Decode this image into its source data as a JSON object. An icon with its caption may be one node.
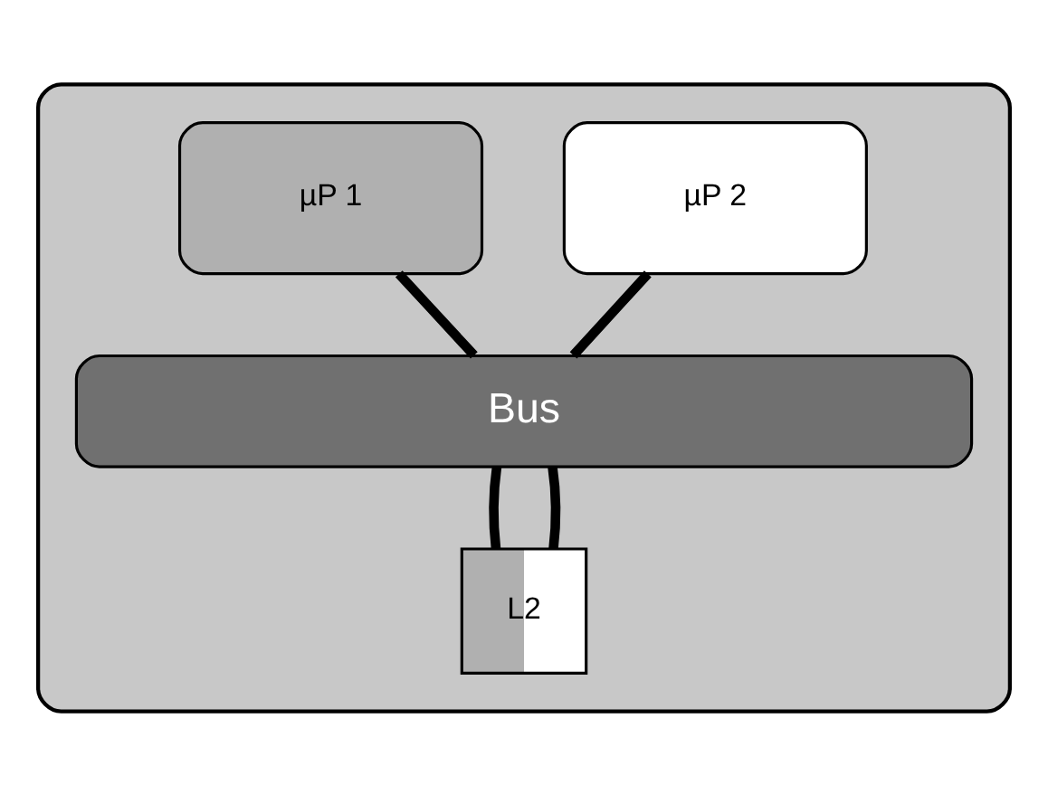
{
  "diagram": {
    "nodes": [
      {
        "text": [],
        "shape": "box"
      },
      {
        "text": [
          "µP 1"
        ],
        "in": 0
      },
      {
        "text": [
          "µP 2"
        ],
        "in": 0
      },
      {
        "text": [
          "Bus"
        ],
        "in": 0
      },
      {
        "text": [
          "L2"
        ],
        "in": 0
      }
    ],
    "edges": [
      {
        "from": 1,
        "to": 3,
        "arrow": "none"
      },
      {
        "from": 2,
        "to": 3,
        "arrow": "none"
      },
      {
        "from": 3,
        "to": 4,
        "arrow": "none"
      },
      {
        "from": 3,
        "to": 4,
        "arrow": "none"
      }
    ]
  }
}
